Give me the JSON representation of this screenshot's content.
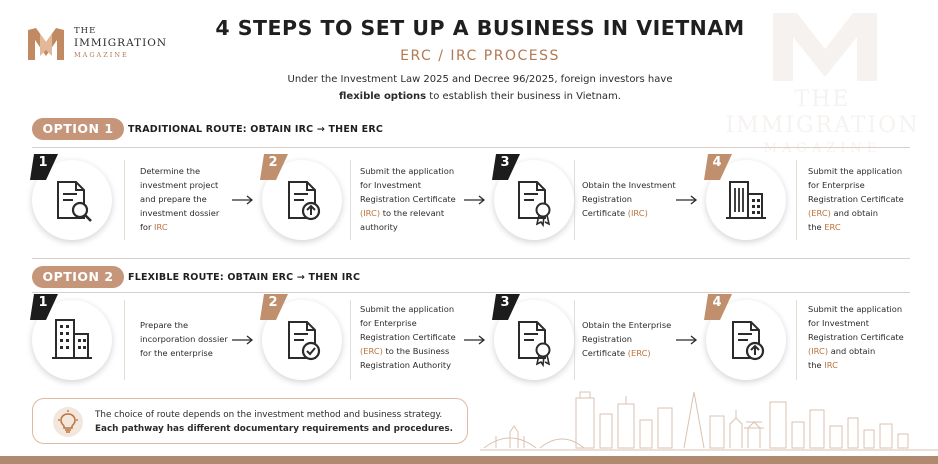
{
  "logo": {
    "line1": "THE",
    "line2": "IMMIGRATION",
    "line3": "MAGAZINE"
  },
  "watermark": {
    "line1": "THE",
    "line2": "IMMIGRATION",
    "line3": "MAGAZINE"
  },
  "header": {
    "title": "4 STEPS TO SET UP A BUSINESS IN VIETNAM",
    "subtitle": "ERC / IRC PROCESS",
    "intro_1": "Under the Investment Law 2025 and Decree 96/2025, foreign investors have",
    "intro_bold": "flexible options",
    "intro_2": " to establish their business in Vietnam."
  },
  "option1": {
    "pill": "OPTION 1",
    "route": "TRADITIONAL ROUTE: OBTAIN IRC → THEN ERC",
    "steps": [
      {
        "num": "1",
        "icon": "document-search-icon",
        "lines": [
          "Determine the",
          "investment project",
          "and prepare the",
          "investment dossier"
        ],
        "last_pre": "for ",
        "last_hl": "IRC",
        "last_post": ""
      },
      {
        "num": "2",
        "icon": "document-upload-icon",
        "lines": [
          "Submit the application",
          "for Investment",
          "Registration Certificate"
        ],
        "last_pre": "",
        "last_hl": "(IRC)",
        "last_post": " to the relevant",
        "extra": "authority"
      },
      {
        "num": "3",
        "icon": "certificate-icon",
        "lines": [
          "Obtain the Investment",
          "Registration"
        ],
        "last_pre": "Certificate ",
        "last_hl": "(IRC)",
        "last_post": ""
      },
      {
        "num": "4",
        "icon": "building-icon",
        "lines": [
          "Submit the application",
          "for Enterprise",
          "Registration Certificate"
        ],
        "last_pre": "",
        "last_hl": "(ERC)",
        "last_post": " and obtain",
        "extra_pre": "the ",
        "extra_hl": "ERC"
      }
    ]
  },
  "option2": {
    "pill": "OPTION 2",
    "route": "FLEXIBLE ROUTE: OBTAIN ERC → THEN IRC",
    "steps": [
      {
        "num": "1",
        "icon": "building-icon",
        "lines": [
          "Prepare the",
          "incorporation dossier",
          "for the enterprise"
        ]
      },
      {
        "num": "2",
        "icon": "document-check-icon",
        "lines": [
          "Submit the application",
          "for Enterprise",
          "Registration Certificate"
        ],
        "last_pre": "",
        "last_hl": "(ERC)",
        "last_post": " to the Business",
        "extra": "Registration Authority"
      },
      {
        "num": "3",
        "icon": "certificate-icon",
        "lines": [
          "Obtain the Enterprise",
          "Registration"
        ],
        "last_pre": "Certificate ",
        "last_hl": "(ERC)",
        "last_post": ""
      },
      {
        "num": "4",
        "icon": "document-upload-icon",
        "lines": [
          "Submit the application",
          "for Investment",
          "Registration Certificate"
        ],
        "last_pre": "",
        "last_hl": "(IRC)",
        "last_post": " and obtain",
        "extra_pre": "the ",
        "extra_hl": "IRC"
      }
    ]
  },
  "note": {
    "icon": "lightbulb-icon",
    "line1": "The choice of route depends on the investment method and business strategy.",
    "line2": "Each pathway has different documentary requirements and procedures."
  },
  "colors": {
    "accent": "#c6967a",
    "highlight": "#b8733e",
    "badge_dark": "#1c1c1c",
    "badge_tan": "#c0906e"
  }
}
